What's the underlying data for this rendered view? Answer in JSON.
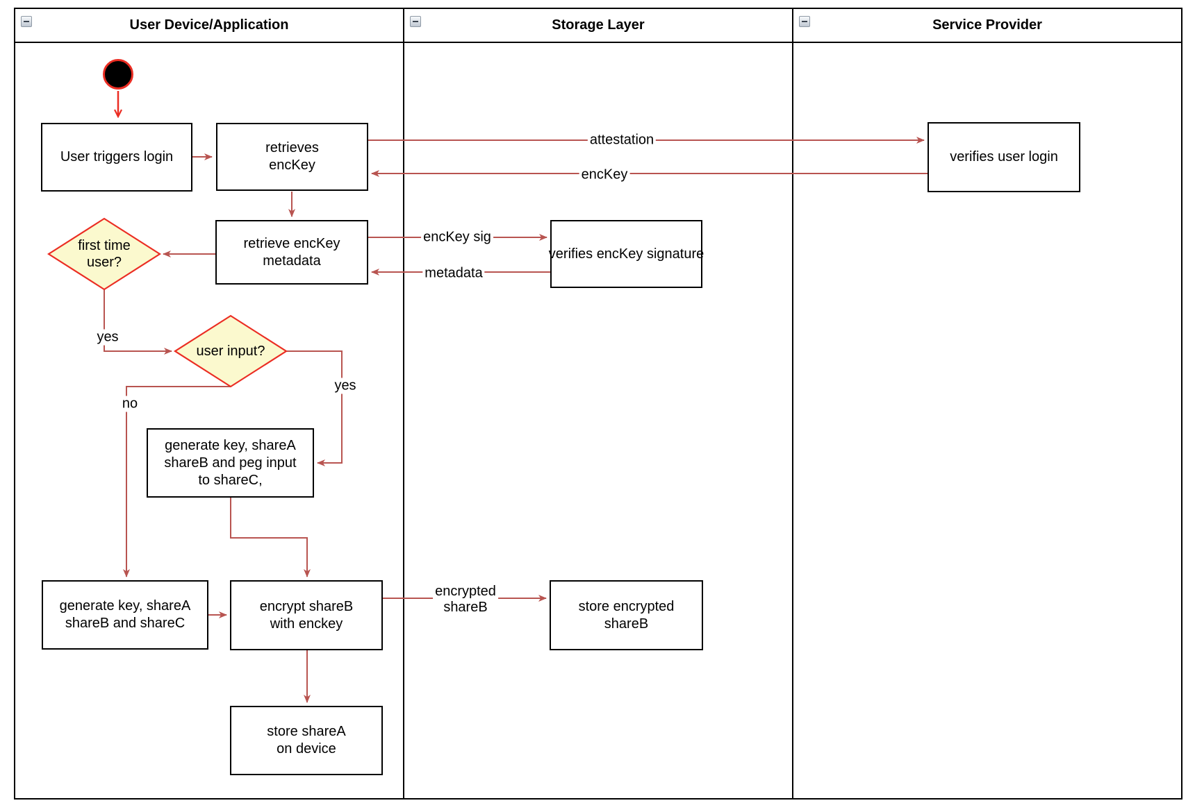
{
  "colors": {
    "node_border": "#000000",
    "edge": "#B85450",
    "start_arrow": "#EB2D23",
    "decision_fill": "#FBF9CE",
    "decision_border": "#EB2D23"
  },
  "icons": {
    "collapse": "minus"
  },
  "lanes": [
    {
      "title": "User Device/Application"
    },
    {
      "title": "Storage Layer"
    },
    {
      "title": "Service Provider"
    }
  ],
  "nodes": {
    "user_triggers_login": {
      "label": "User triggers login"
    },
    "retrieves_enckey": {
      "label": "retrieves\nencKey"
    },
    "verifies_user_login": {
      "label": "verifies user login"
    },
    "retrieve_enckey_metadata": {
      "label": "retrieve encKey\nmetadata"
    },
    "verifies_enckey_signature": {
      "label": "verifies encKey signature"
    },
    "first_time_user": {
      "label": "first time\nuser?"
    },
    "user_input": {
      "label": "user input?"
    },
    "generate_key_peg_input": {
      "label": "generate key, shareA\nshareB and peg input\nto shareC,"
    },
    "generate_key_sharec": {
      "label": "generate key, shareA\nshareB and shareC"
    },
    "encrypt_shareb": {
      "label": "encrypt shareB\nwith enckey"
    },
    "store_encrypted_shareb": {
      "label": "store encrypted\nshareB"
    },
    "store_sharea": {
      "label": "store shareA\non device"
    }
  },
  "edge_labels": {
    "attestation": "attestation",
    "enckey": "encKey",
    "enckey_sig": "encKey sig",
    "metadata": "metadata",
    "first_time_yes": "yes",
    "user_input_no": "no",
    "user_input_yes": "yes",
    "encrypted_shareb": "encrypted\nshareB"
  }
}
